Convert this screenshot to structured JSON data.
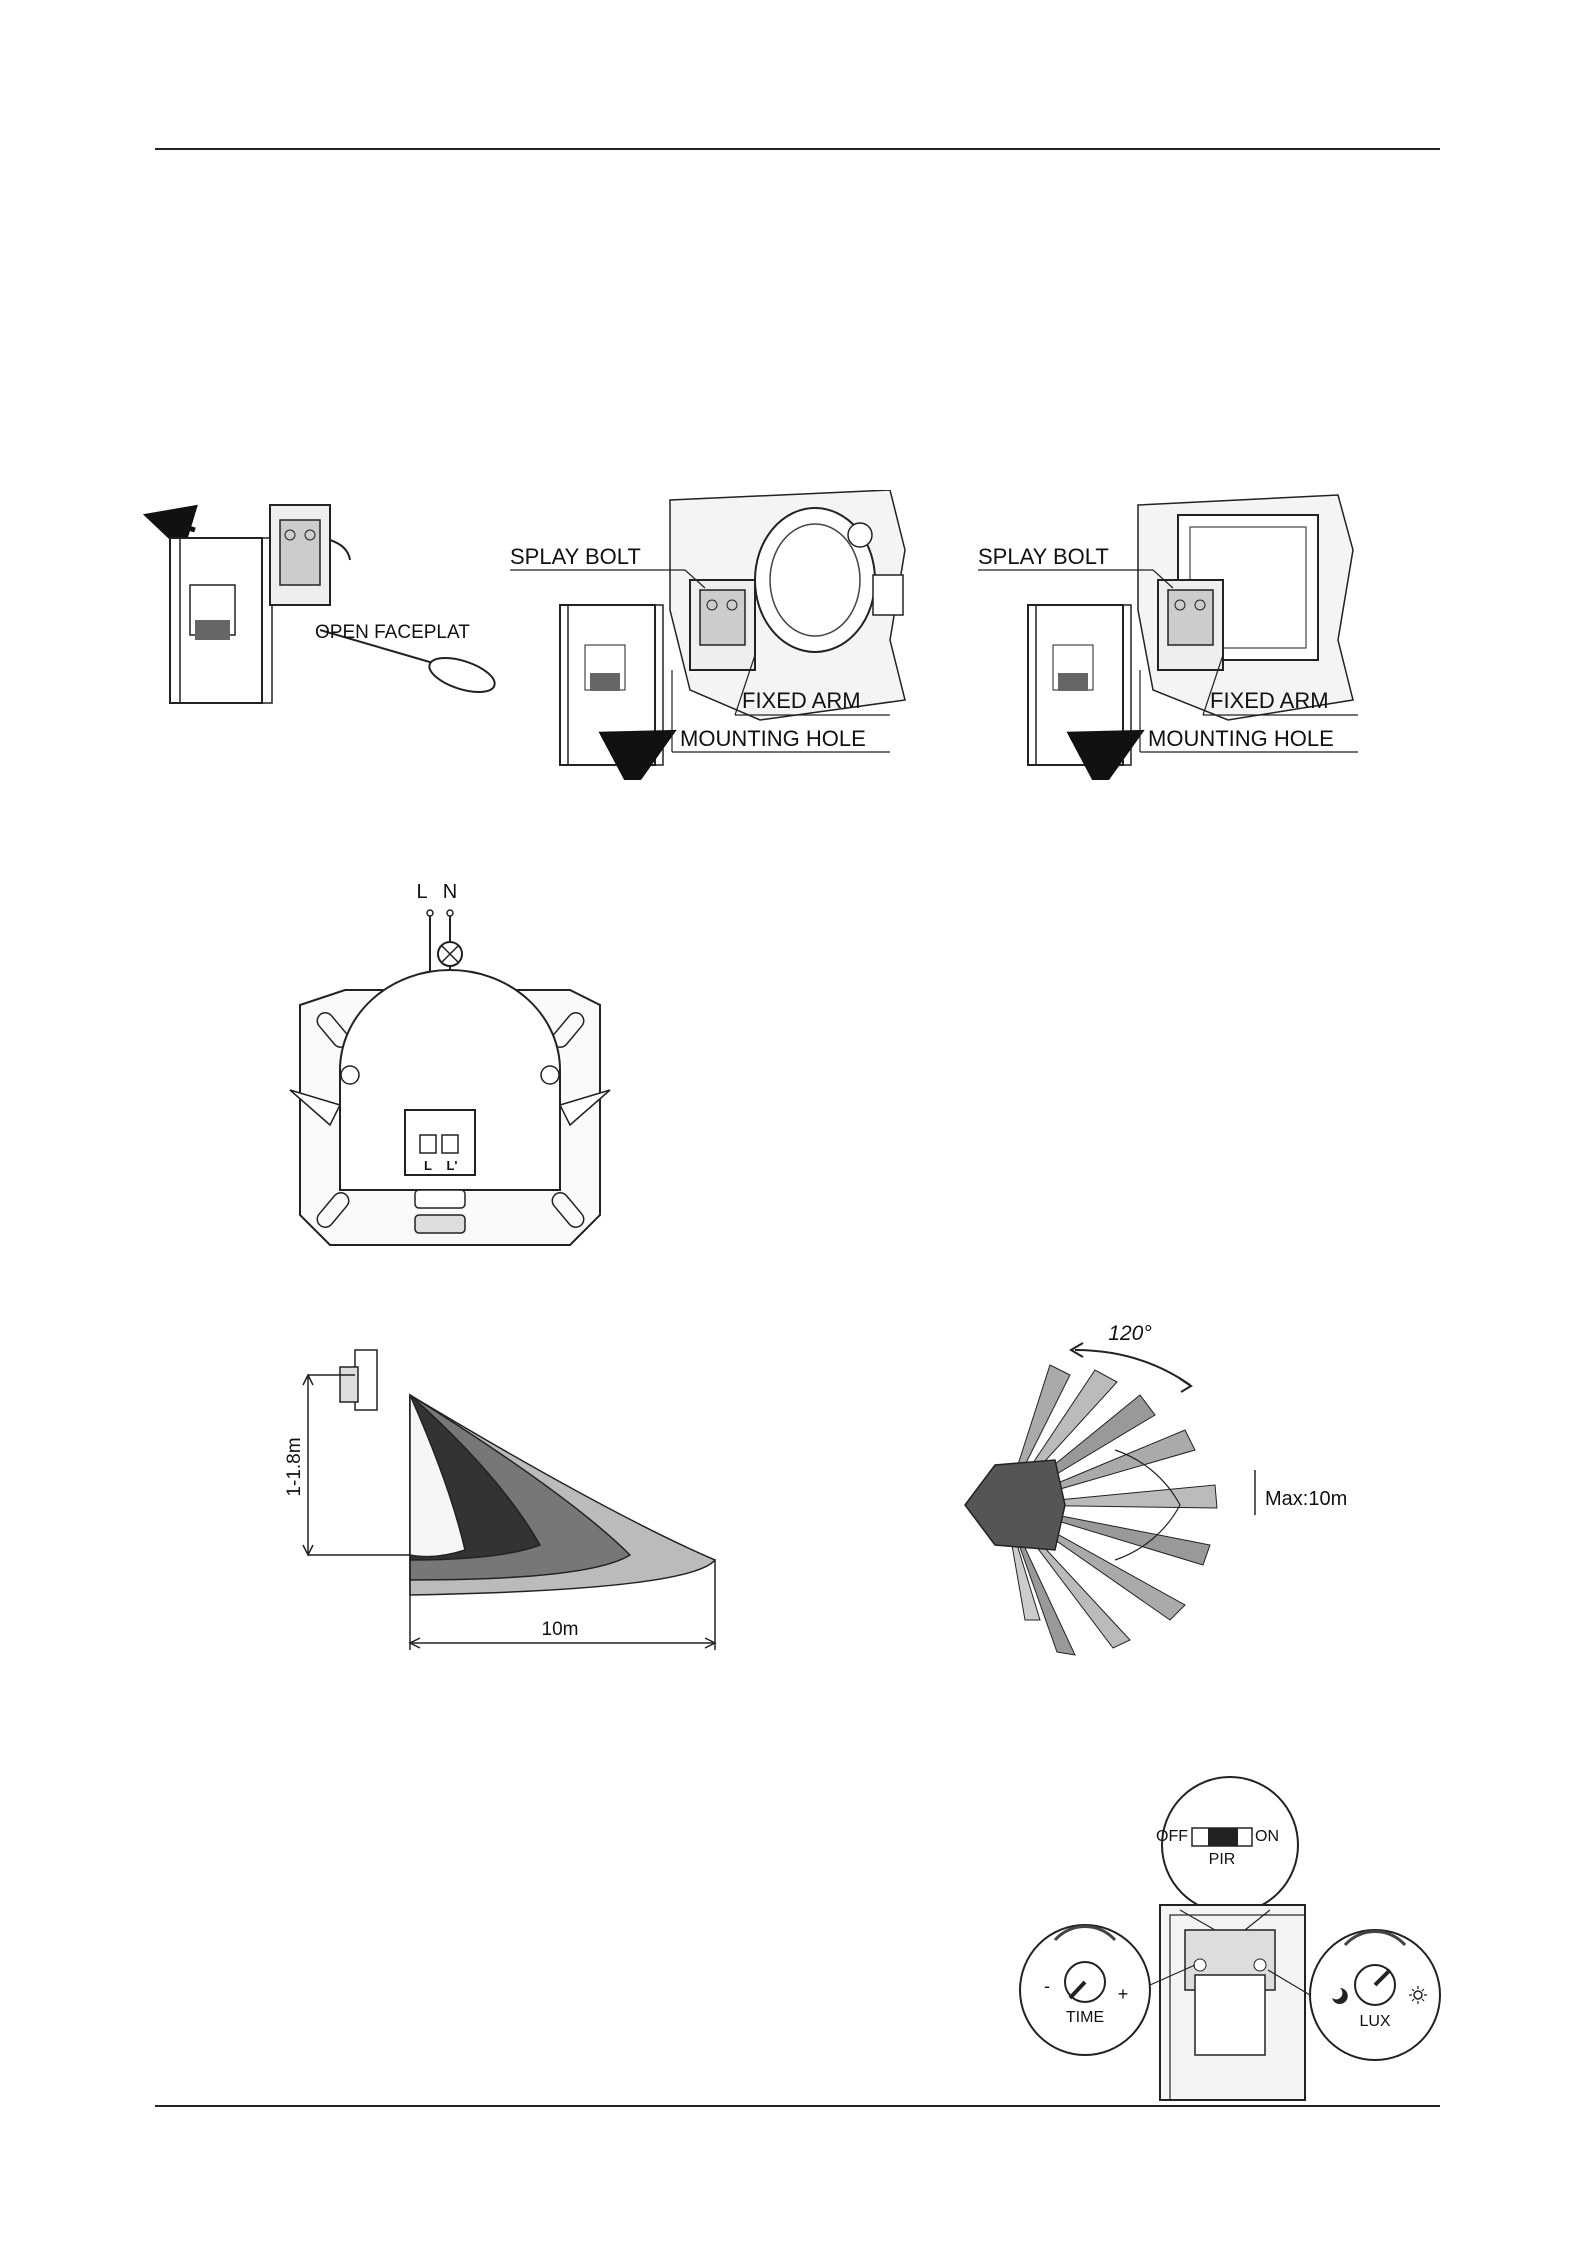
{
  "figure1": {
    "step1": {
      "label": "OPEN FACEPLAT"
    },
    "step2": {
      "splay": "SPLAY BOLT",
      "arm": "FIXED ARM",
      "hole": "MOUNTING HOLE"
    },
    "step3": {
      "splay": "SPLAY BOLT",
      "arm": "FIXED ARM",
      "hole": "MOUNTING HOLE"
    }
  },
  "wiring": {
    "live": "L",
    "neutral": "N",
    "term1": "L",
    "term2": "L'"
  },
  "detection": {
    "height": "1-1.8m",
    "range": "10m",
    "angle": "120°",
    "max": "Max:10m"
  },
  "controls": {
    "off": "OFF",
    "on": "ON",
    "pir": "PIR",
    "time": "TIME",
    "lux": "LUX",
    "minus": "-",
    "plus": "+"
  },
  "colors": {
    "line": "#222222",
    "dark": "#555555",
    "mid": "#888888",
    "light": "#bbbbbb"
  }
}
